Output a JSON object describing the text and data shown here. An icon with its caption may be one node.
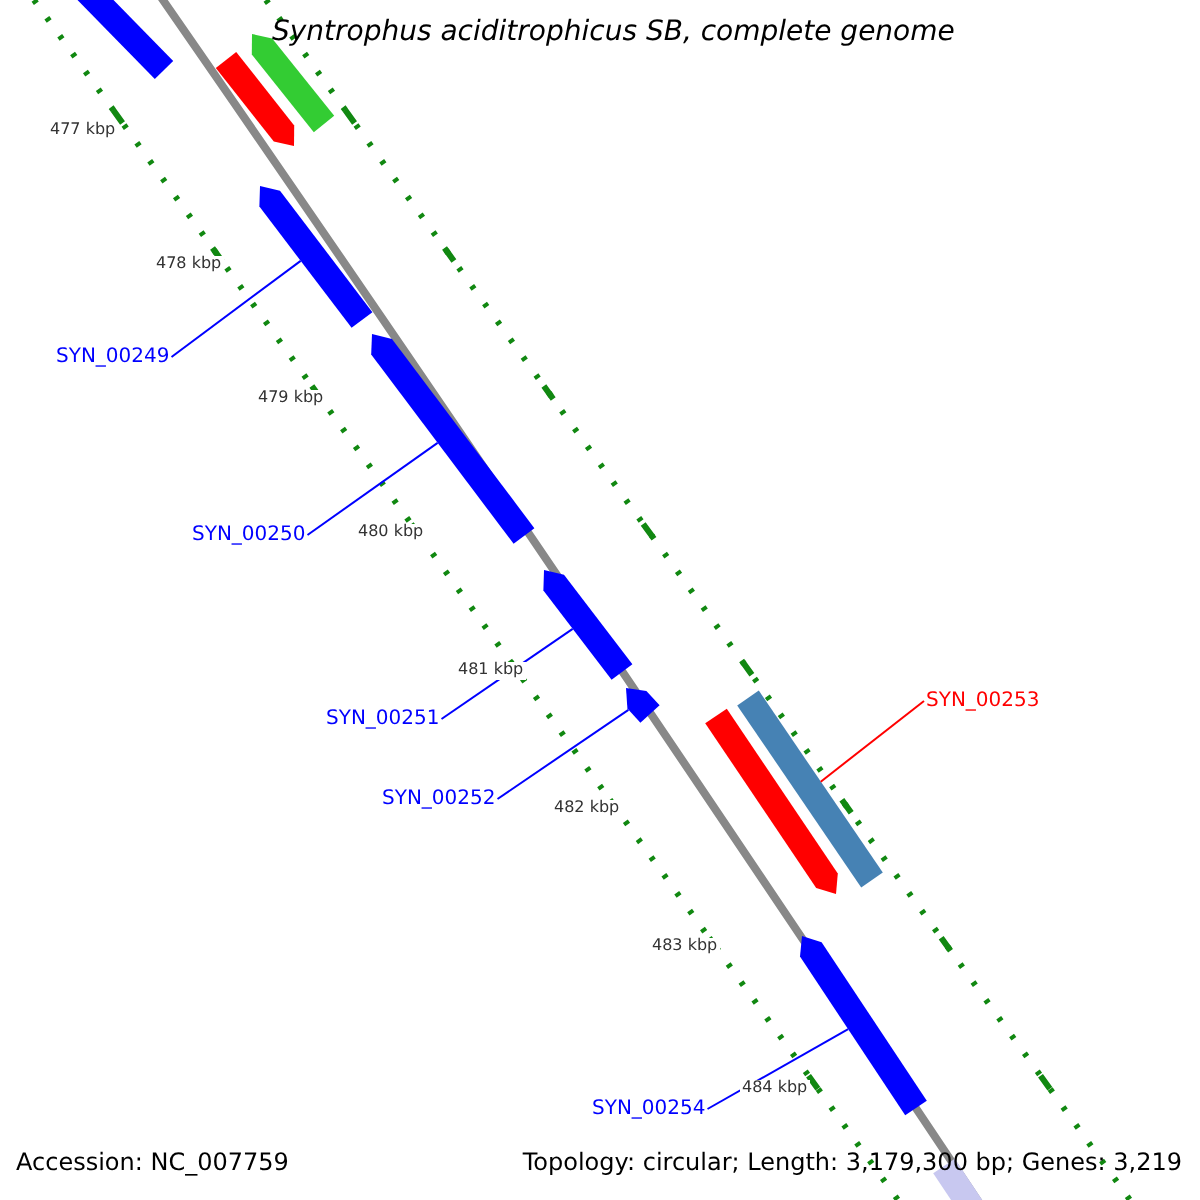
{
  "diagram": {
    "title": "Syntrophus aciditrophicus SB, complete genome",
    "nodes": [
      {
        "text": [],
        "shape": "bar"
      },
      {
        "text": [],
        "shape": "arrow"
      },
      {
        "text": [],
        "shape": "arrow"
      },
      {
        "text": [
          "SYN_00249"
        ]
      },
      {
        "text": [],
        "shape": "arrow"
      },
      {
        "text": [
          "SYN_00250"
        ]
      },
      {
        "text": [],
        "shape": "arrow"
      },
      {
        "text": [
          "SYN_00251"
        ]
      },
      {
        "text": [],
        "shape": "arrow"
      },
      {
        "text": [
          "SYN_00252"
        ]
      },
      {
        "text": [],
        "shape": "arrow"
      },
      {
        "text": [
          "SYN_00253"
        ]
      },
      {
        "text": [],
        "shape": "bar"
      },
      {
        "text": [],
        "shape": "arrow"
      },
      {
        "text": [
          "SYN_00254"
        ]
      },
      {
        "text": [],
        "shape": "arrow"
      },
      {
        "text": [],
        "shape": "bar"
      }
    ],
    "edges": [
      {
        "from": 3,
        "to": 4,
        "arrow": "none"
      },
      {
        "from": 5,
        "to": 6,
        "arrow": "none"
      },
      {
        "from": 7,
        "to": 8,
        "arrow": "none"
      },
      {
        "from": 9,
        "to": 10,
        "arrow": "none"
      },
      {
        "from": 11,
        "to": 12,
        "arrow": "none",
        "color": "#ff0000"
      },
      {
        "from": 14,
        "to": 15,
        "arrow": "none"
      }
    ],
    "labels": [
      "477 kbp",
      "478 kbp",
      "479 kbp",
      "480 kbp",
      "481 kbp",
      "482 kbp",
      "483 kbp",
      "484 kbp",
      "Accession: NC_007759",
      "Topology: circular; Length: 3,179,300 bp; Genes: 3,219"
    ]
  }
}
